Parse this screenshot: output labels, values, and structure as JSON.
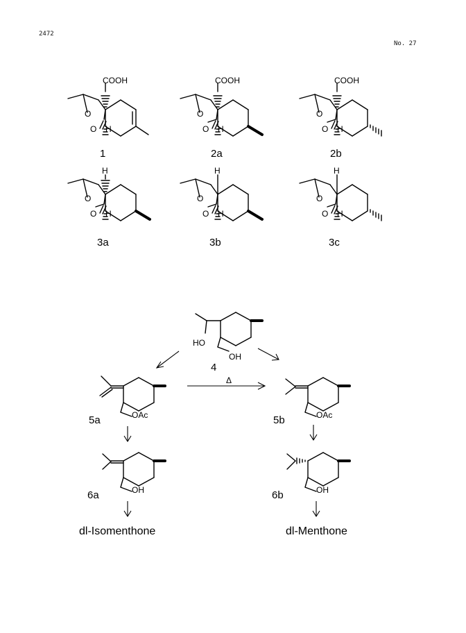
{
  "header": {
    "page_number": "2472",
    "issue": "No. 27"
  },
  "compounds": {
    "c1": {
      "label": "1",
      "group": "COOH"
    },
    "c2a": {
      "label": "2a",
      "group": "COOH"
    },
    "c2b": {
      "label": "2b",
      "group": "COOH"
    },
    "c3a": {
      "label": "3a"
    },
    "c3b": {
      "label": "3b"
    },
    "c3c": {
      "label": "3c"
    },
    "c4": {
      "label": "4",
      "ho": "HO",
      "oh": "OH"
    },
    "c5a": {
      "label": "5a",
      "group": "OAc"
    },
    "c5b": {
      "label": "5b",
      "group": "OAc"
    },
    "c6a": {
      "label": "6a",
      "group": "OH"
    },
    "c6b": {
      "label": "6b",
      "group": "OH"
    }
  },
  "atoms": {
    "O": "O",
    "H": "H"
  },
  "scheme": {
    "heat_symbol": "Δ",
    "product_a": "dl-Isomenthone",
    "product_b": "dl-Menthone"
  }
}
